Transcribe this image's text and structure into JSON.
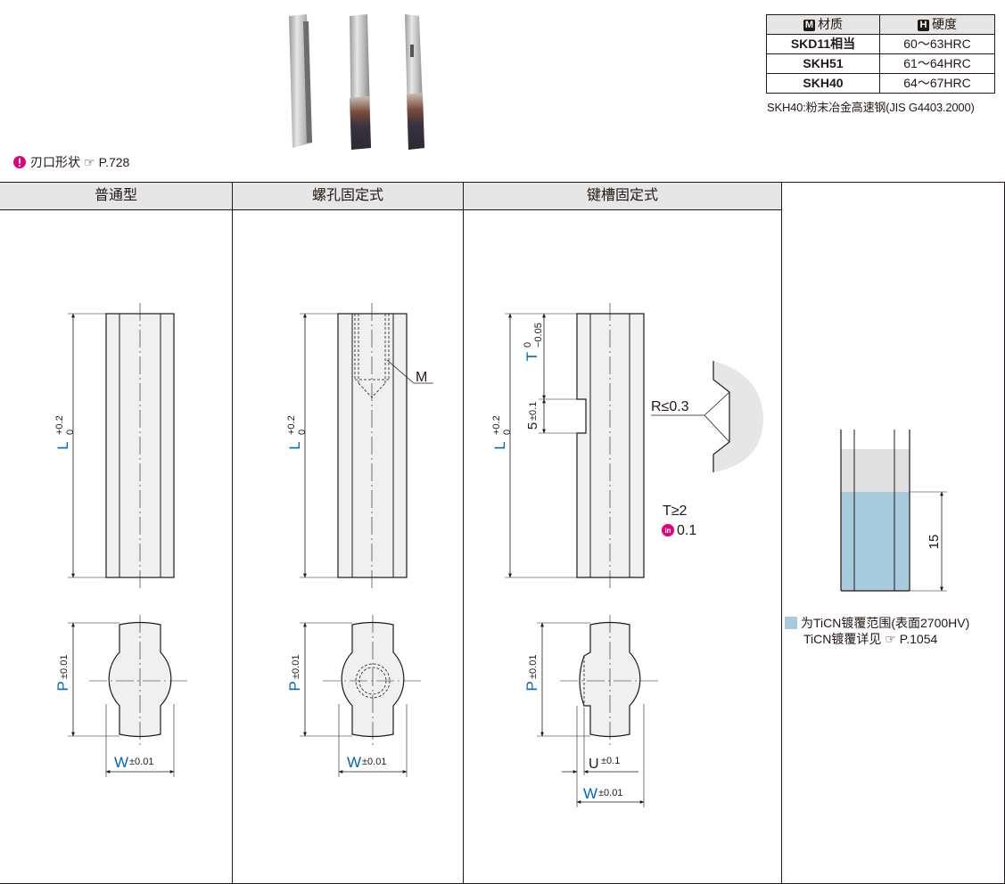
{
  "material_table": {
    "headers": [
      {
        "tag": "M",
        "label": "材质"
      },
      {
        "tag": "H",
        "label": "硬度"
      }
    ],
    "rows": [
      {
        "material": "SKD11相当",
        "hardness": "60～63HRC"
      },
      {
        "material": "SKH51",
        "hardness": "61～64HRC"
      },
      {
        "material": "SKH40",
        "hardness": "64～67HRC"
      }
    ],
    "note": "SKH40:粉末冶金高速钢(JIS G4403.2000)"
  },
  "edge_shape": {
    "label": "刃口形状",
    "page": "P.728"
  },
  "columns": [
    {
      "title": "普通型"
    },
    {
      "title": "螺孔固定式"
    },
    {
      "title": "键槽固定式"
    },
    {
      "title": ""
    }
  ],
  "dims": {
    "L": "L",
    "L_tol_upper": "+0.2",
    "L_tol_lower": "0",
    "P": "P",
    "P_tol": "±0.01",
    "W": "W",
    "W_tol": "±0.01",
    "U": "U",
    "U_tol": "±0.1",
    "M": "M",
    "T": "T",
    "T_tol_upper": "0",
    "T_tol_lower": "−0.05",
    "slot": "5",
    "slot_tol": "±0.1",
    "R": "R≤0.3",
    "T_min": "T≥2",
    "in_value": "0.1",
    "in_badge": "in",
    "coat_depth": "15"
  },
  "legend": {
    "line1": "为TiCN镀覆范围(表面2700HV)",
    "line2": "TiCN镀覆详见",
    "page": "P.1054"
  },
  "colors": {
    "blue_label": "#0068b7",
    "coating": "#a7cbdc",
    "header_bg": "#e6e6e6",
    "magenta": "#e4007f",
    "part_fill": "#f0f0f0"
  }
}
